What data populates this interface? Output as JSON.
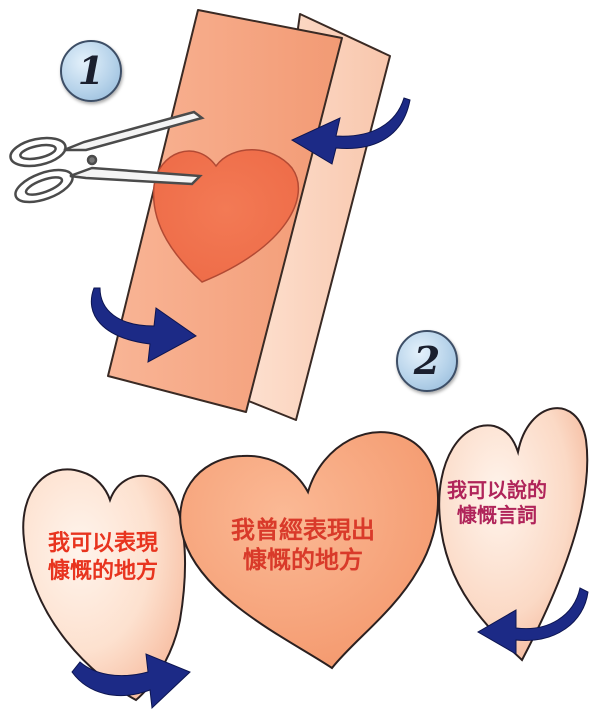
{
  "steps": {
    "one": "1",
    "two": "2"
  },
  "hearts": {
    "left": {
      "line1": "我可以表現",
      "line2": "慷慨的地方"
    },
    "center": {
      "line1": "我曾經表現出",
      "line2": "慷慨的地方"
    },
    "right": {
      "line1": "我可以說的",
      "line2": "慷慨言詞"
    }
  },
  "colors": {
    "paper_front": "#f5a27f",
    "paper_back": "#fbd2bc",
    "heart_outline": "#f07552",
    "arrow": "#1c2a86",
    "heart_text_red": "#e8341f",
    "heart_text_magenta": "#b0245a"
  },
  "icons": [
    "scissors-icon",
    "curved-arrow-icon",
    "heart-icon"
  ]
}
